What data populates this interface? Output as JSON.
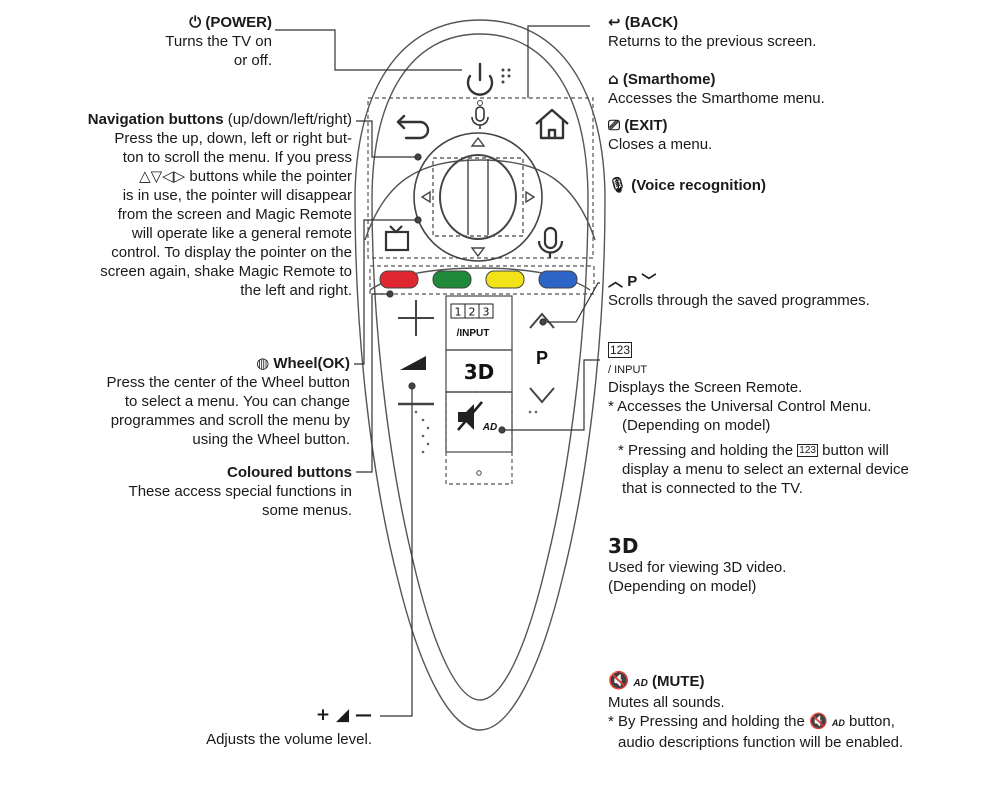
{
  "left": {
    "power": {
      "title": "(POWER)",
      "desc": "Turns the TV on or off."
    },
    "nav": {
      "title": "Navigation buttons",
      "title_suffix": "(up/down/left/right)",
      "line1": "Press the up, down, left or right but-",
      "line2": "ton to scroll the menu. If you press",
      "line3": "buttons while the pointer",
      "line4": "is in use, the pointer will disappear",
      "line5": "from the screen and Magic Remote",
      "line6": "will operate like a general remote",
      "line7": "control. To display the pointer on the",
      "line8": "screen again, shake Magic Remote to",
      "line9": "the left and right."
    },
    "wheel": {
      "title": "Wheel(OK)",
      "line1": "Press the center of the Wheel button",
      "line2": "to select a menu. You can change",
      "line3": "programmes and scroll the menu by",
      "line4": "using the Wheel button."
    },
    "coloured": {
      "title": "Coloured buttons",
      "line1": "These access special functions in",
      "line2": "some menus."
    },
    "volume": {
      "desc": "Adjusts the volume level."
    }
  },
  "right": {
    "back": {
      "title": "(BACK)",
      "desc": "Returns to the previous screen."
    },
    "smarthome": {
      "title": "(Smarthome)",
      "desc": "Accesses the Smarthome menu."
    },
    "exit": {
      "title": "(EXIT)",
      "desc": "Closes a menu."
    },
    "voice": {
      "title": "(Voice recognition)"
    },
    "programme": {
      "p": "P",
      "desc": "Scrolls through the saved programmes."
    },
    "input": {
      "digits": "123",
      "label": "/ INPUT",
      "desc": "Displays the Screen Remote.",
      "note1a": "* Accesses the Universal Control Menu.",
      "note1b": "(Depending on model)",
      "note2a": "* Pressing and holding the",
      "note2b": "button will",
      "note2c": "display a menu to select an external device",
      "note2d": "that is connected to the TV."
    },
    "three_d": {
      "symbol": "3D",
      "desc1": "Used for viewing 3D video.",
      "desc2": "(Depending on model)"
    },
    "mute": {
      "ad": "AD",
      "title": "(MUTE)",
      "desc": "Mutes all sounds.",
      "note1a": "* By Pressing and holding the",
      "note1b": "button,",
      "note1c": "audio descriptions function will be enabled."
    }
  },
  "remote": {
    "input_digits": "123",
    "input_label": "/INPUT",
    "p_label": "P",
    "three_d_label": "3D",
    "ad_label": "AD",
    "colors": {
      "red": "#e0262f",
      "green": "#1f8a3a",
      "yellow": "#f2e318",
      "blue": "#2c64c8"
    }
  }
}
